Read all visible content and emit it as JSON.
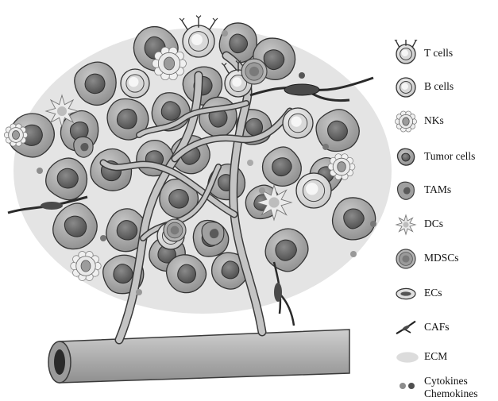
{
  "legend": {
    "items": [
      {
        "label": "T cells",
        "icon": "t-cell-icon"
      },
      {
        "label": "B cells",
        "icon": "b-cell-icon"
      },
      {
        "label": "NKs",
        "icon": "nk-cell-icon"
      },
      {
        "label": "Tumor cells",
        "icon": "tumor-cell-icon"
      },
      {
        "label": "TAMs",
        "icon": "tam-icon"
      },
      {
        "label": "DCs",
        "icon": "dc-icon"
      },
      {
        "label": "MDSCs",
        "icon": "mdsc-icon"
      },
      {
        "label": "ECs",
        "icon": "ec-icon"
      },
      {
        "label": "CAFs",
        "icon": "caf-icon"
      },
      {
        "label": "ECM",
        "icon": "ecm-icon"
      },
      {
        "label": "Cytokines",
        "label2": "Chemokines",
        "icon": "cytokine-dots-icon"
      }
    ]
  },
  "colors": {
    "ecm": "#e3e3e3",
    "tumor_fill": "#a9a9a9",
    "tumor_nucleus": "#6e6e6e",
    "vessel": "#b8b8b8",
    "outline": "#3a3a3a"
  }
}
